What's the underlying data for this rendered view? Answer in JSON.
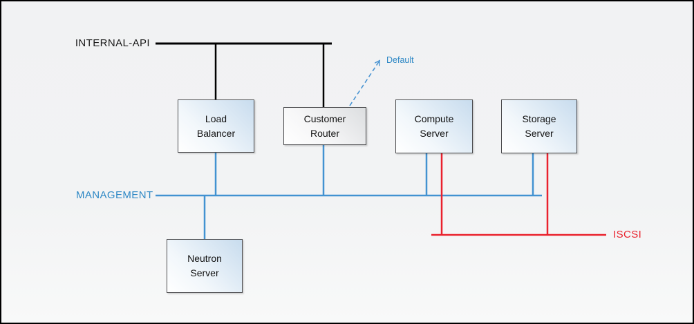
{
  "colors": {
    "internal_api": "#000000",
    "management": "#4292d1",
    "iscsi": "#ea212d",
    "default_arrow": "#4a94d2",
    "management_text": "#2e88c5",
    "iscsi_text": "#ea212d",
    "internal_api_text": "#1a1a1a"
  },
  "networks": {
    "internal_api": {
      "label": "INTERNAL-API"
    },
    "management": {
      "label": "MANAGEMENT"
    },
    "iscsi": {
      "label": "ISCSI"
    }
  },
  "nodes": {
    "load_balancer": {
      "label": "Load\nBalancer"
    },
    "customer_router": {
      "label": "Customer\nRouter"
    },
    "compute_server": {
      "label": "Compute\nServer"
    },
    "storage_server": {
      "label": "Storage\nServer"
    },
    "neutron_server": {
      "label": "Neutron\nServer"
    }
  },
  "annotations": {
    "default_route": {
      "label": "Default"
    }
  }
}
